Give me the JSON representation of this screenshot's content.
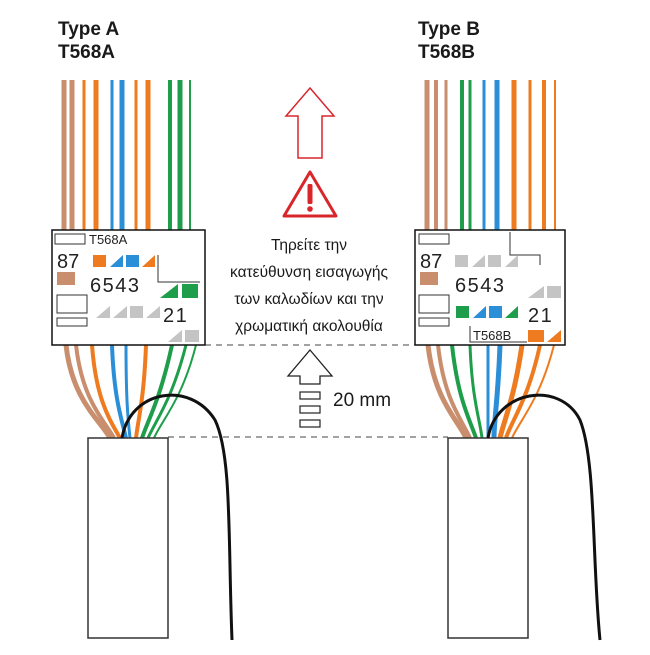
{
  "type_a": {
    "title": "Type A",
    "standard": "T568A",
    "panel_label": "T568A",
    "top_numbers": "87",
    "middle_numbers": "6543",
    "bottom_numbers": "21"
  },
  "type_b": {
    "title": "Type B",
    "standard": "T568B",
    "panel_label": "T568B",
    "top_numbers": "87",
    "middle_numbers": "6543",
    "bottom_numbers": "21"
  },
  "notice": {
    "lines": [
      "Τηρείτε την",
      "κατεύθυνση εισαγωγής",
      "των καλωδίων και την",
      "χρωματική ακολουθία"
    ]
  },
  "stripping_length": "20 mm",
  "icons": [
    "insert-direction-arrow-icon",
    "warning-triangle-icon",
    "stripping-length-arrow-icon"
  ],
  "colors": {
    "orange": "#ee7b1f",
    "green": "#1e9e4a",
    "blue": "#2b8fd8",
    "brown": "#c98e6d",
    "warning_red": "#d8262b",
    "grey_slot": "#c4c4c4"
  }
}
